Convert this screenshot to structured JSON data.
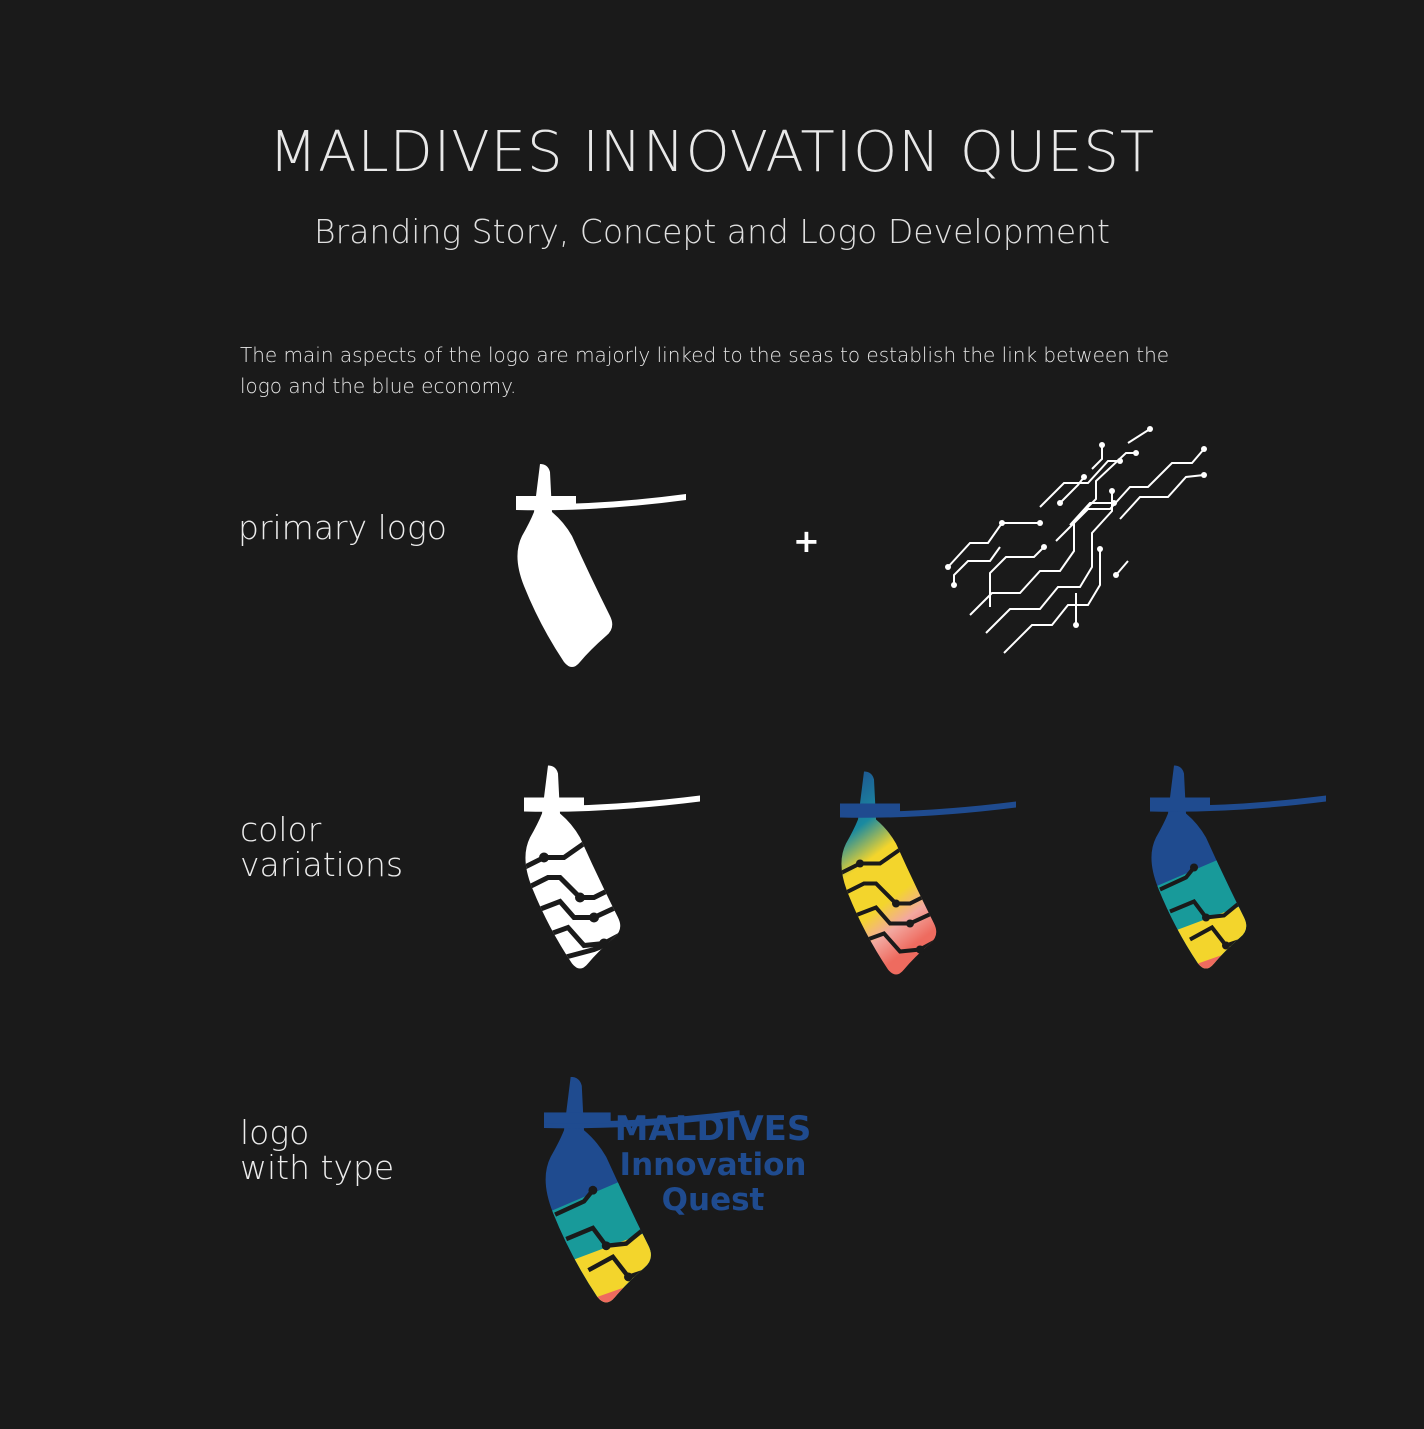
{
  "header": {
    "title": "MALDIVES INNOVATION QUEST",
    "subtitle": "Branding Story, Concept and Logo Development"
  },
  "intro": "The main aspects of the logo are majorly linked to the seas to establish the link between the logo and the blue economy.",
  "sections": {
    "primary": {
      "label": "primary logo",
      "plus": "+"
    },
    "color": {
      "label_line1": "color",
      "label_line2": "variations"
    },
    "type": {
      "label_line1": "logo",
      "label_line2": "with type"
    }
  },
  "wordmark": {
    "line1": "MALDIVES",
    "line2": "Innovation",
    "line3": "Quest"
  },
  "colors": {
    "background": "#1a1a1a",
    "white": "#ffffff",
    "navy": "#1f4b8f",
    "teal": "#189a9a",
    "yellow": "#f3d52c",
    "coral": "#ee6b5f"
  },
  "icons": {
    "mark": "horn-logo-icon",
    "circuit": "circuit-lines-icon"
  }
}
